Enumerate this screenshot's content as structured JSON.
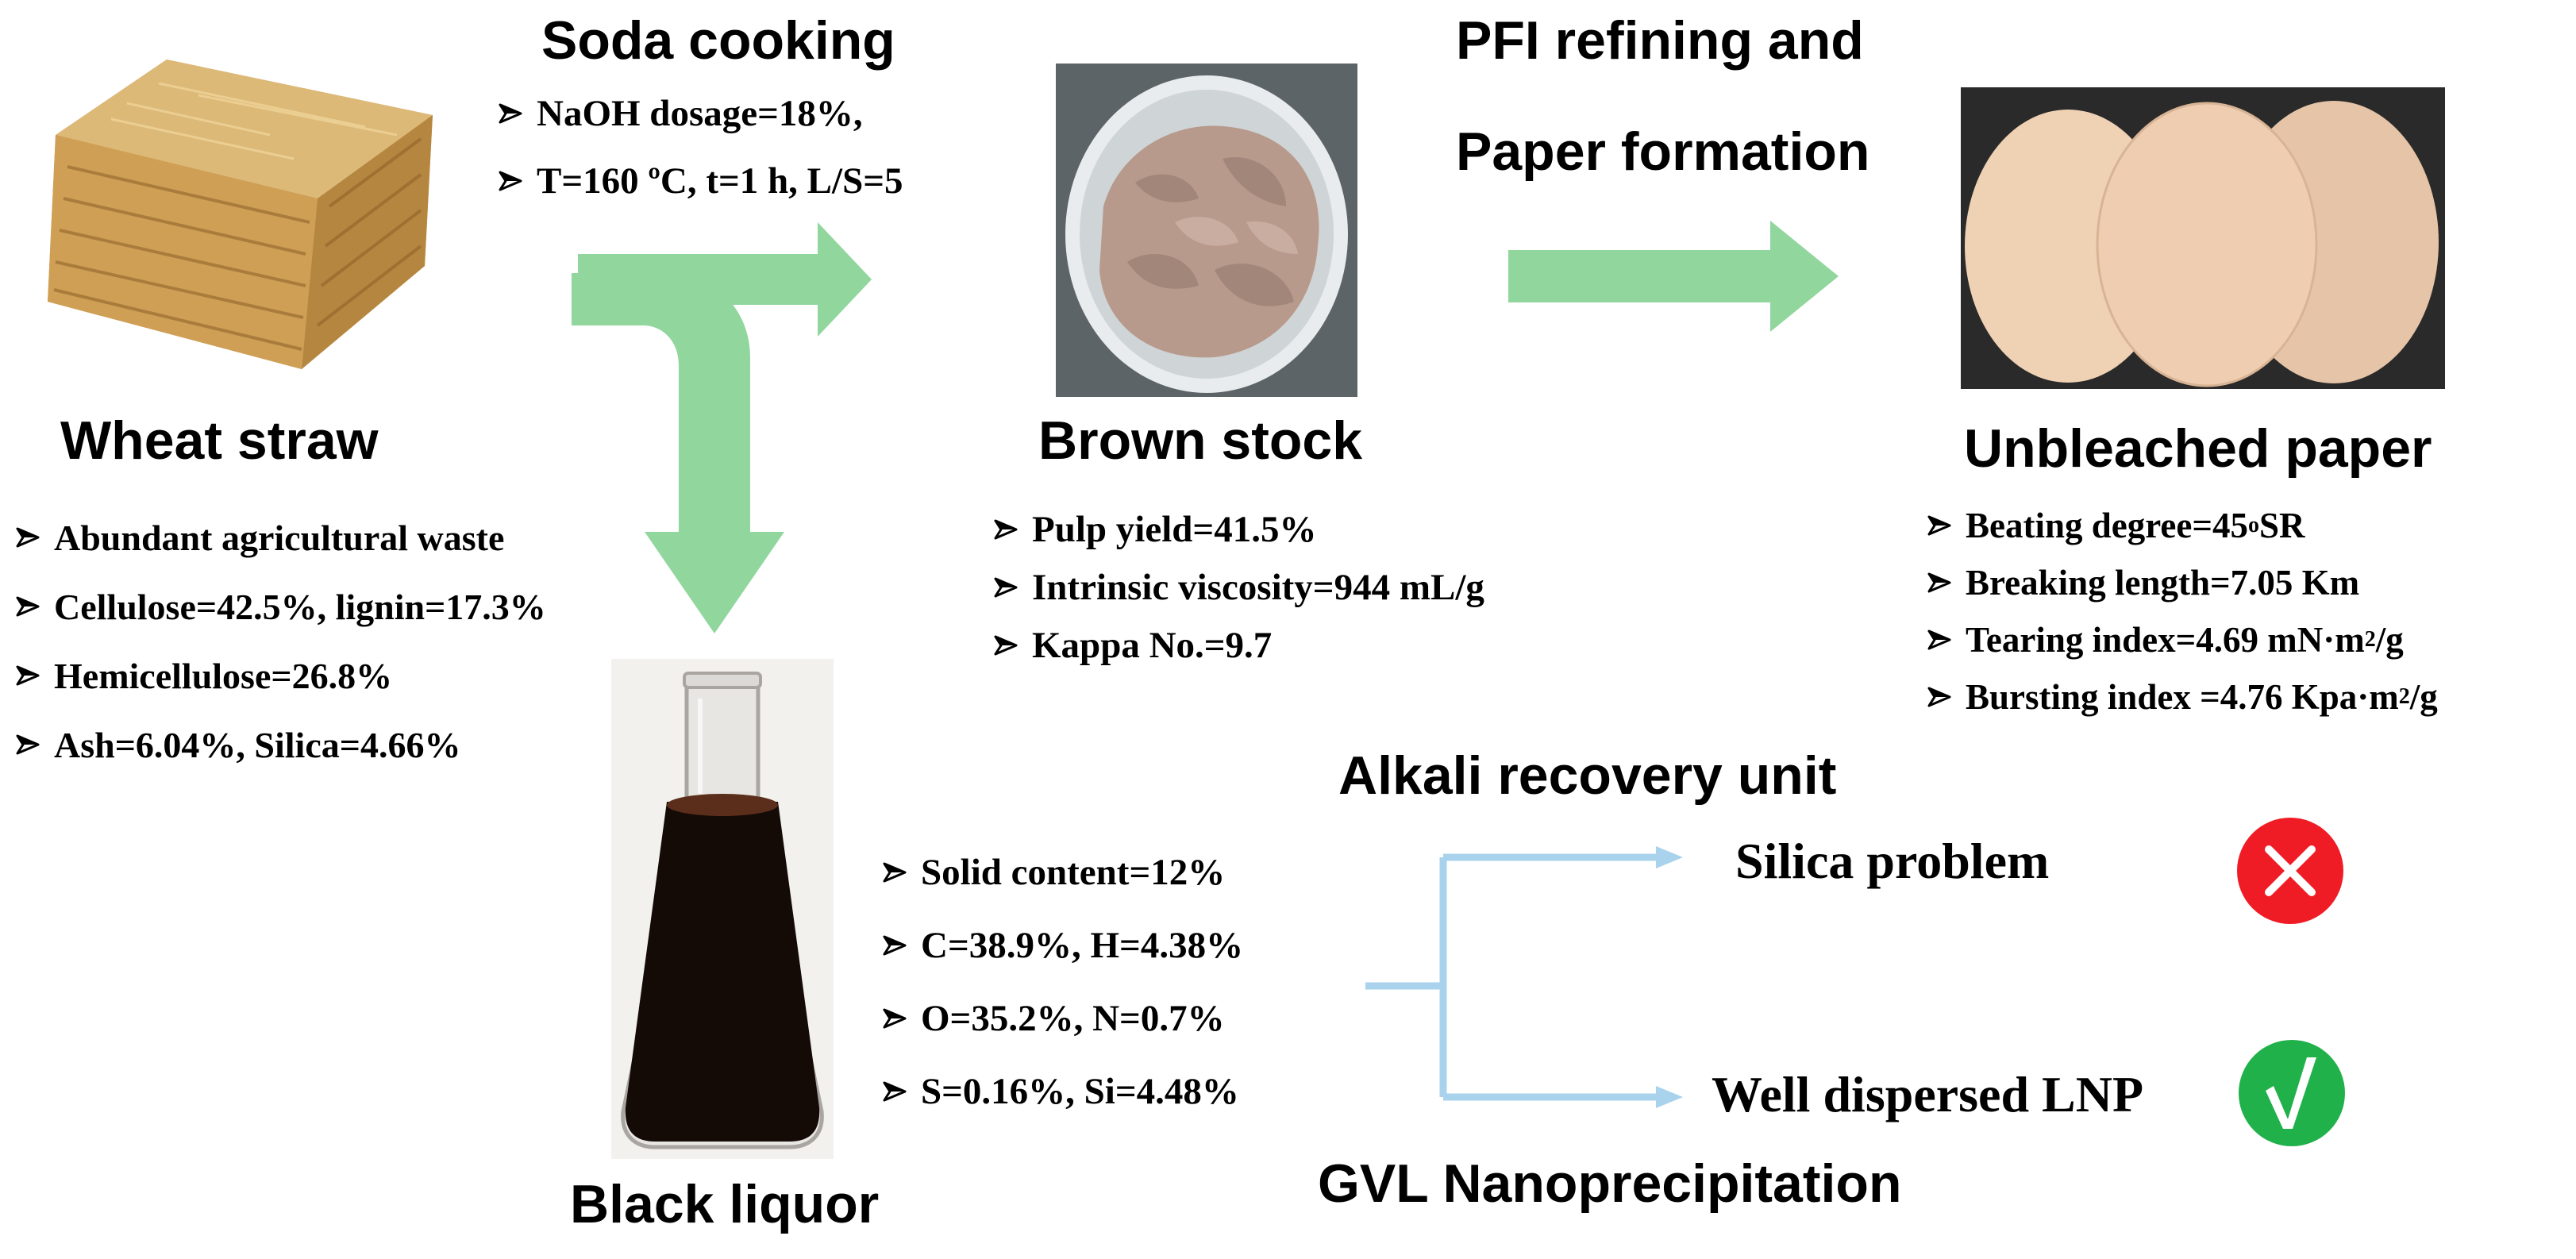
{
  "bullet_marker": "➢",
  "colors": {
    "flow_arrow": "#90d69d",
    "branch_line": "#a9d3ec",
    "error_icon": "#ef1c25",
    "ok_icon": "#21b14b",
    "black_liquor": "#140a06",
    "pulp": "#b79a8c",
    "paper": "#eecdb0",
    "straw": "#c9a05a"
  },
  "wheat_straw": {
    "title": "Wheat straw",
    "items": [
      "Abundant agricultural waste",
      "Cellulose=42.5%, lignin=17.3%",
      "Hemicellulose=26.8%",
      "Ash=6.04%, Silica=4.66%"
    ]
  },
  "soda_cooking": {
    "title": "Soda cooking",
    "items": [
      "NaOH dosage=18%,",
      "T=160 ºC, t=1 h, L/S=5"
    ]
  },
  "brown_stock": {
    "title": "Brown stock",
    "items": [
      "Pulp yield=41.5%",
      "Intrinsic viscosity=944 mL/g",
      "Kappa No.=9.7"
    ]
  },
  "pfi": {
    "line1": "PFI refining and",
    "line2": "Paper formation"
  },
  "unbleached_paper": {
    "title": "Unbleached paper",
    "items": [
      {
        "pre": "Beating degree=45 ",
        "sup": "o",
        "post": "SR"
      },
      {
        "pre": "Breaking length=7.05 Km",
        "sup": "",
        "post": ""
      },
      {
        "pre": "Tearing index=4.69 mN·m",
        "sup": "2",
        "post": "/g"
      },
      {
        "pre": "Bursting index =4.76 Kpa·m",
        "sup": "2",
        "post": "/g"
      }
    ]
  },
  "black_liquor": {
    "title": "Black liquor",
    "items": [
      "Solid content=12%",
      "C=38.9%, H=4.38%",
      "O=35.2%, N=0.7%",
      "S=0.16%, Si=4.48%"
    ]
  },
  "alkali_recovery": {
    "title": "Alkali recovery unit",
    "outcome": "Silica problem",
    "icon": "cross-icon"
  },
  "gvl": {
    "title": "GVL Nanoprecipitation",
    "outcome": "Well dispersed LNP",
    "icon": "check-icon"
  }
}
